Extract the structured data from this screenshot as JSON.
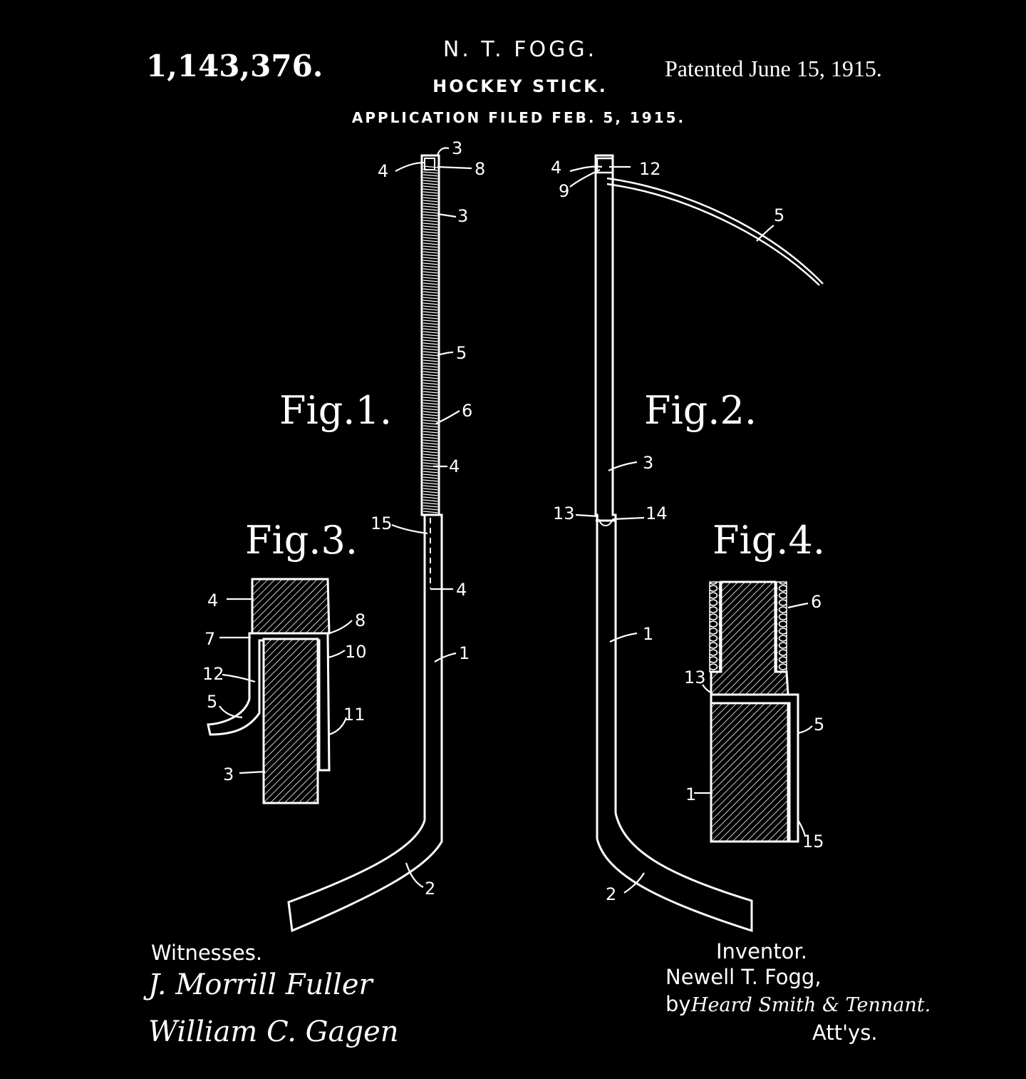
{
  "header": {
    "patent_number": "1,143,376.",
    "inventor": "N. T. FOGG.",
    "title": "HOCKEY STICK.",
    "filed": "APPLICATION FILED FEB. 5, 1915.",
    "patented": "Patented June 15, 1915."
  },
  "figures": {
    "fig1": {
      "caption": "Fig.1.",
      "labels": {
        "top3": "3",
        "top4": "4",
        "top8": "8",
        "a3": "3",
        "a5": "5",
        "a6": "6",
        "a4": "4",
        "a15": "15",
        "b4": "4",
        "b1": "1",
        "b2": "2"
      }
    },
    "fig2": {
      "caption": "Fig.2.",
      "labels": {
        "top4": "4",
        "top12": "12",
        "top9": "9",
        "a5": "5",
        "a3": "3",
        "a13": "13",
        "a14": "14",
        "b1": "1",
        "b2": "2"
      }
    },
    "fig3": {
      "caption": "Fig.3.",
      "labels": {
        "l4": "4",
        "l7": "7",
        "l12": "12",
        "l5": "5",
        "l3": "3",
        "r8": "8",
        "r10": "10",
        "r11": "11"
      }
    },
    "fig4": {
      "caption": "Fig.4.",
      "labels": {
        "r6": "6",
        "l13": "13",
        "r5": "5",
        "l1": "1",
        "r15": "15"
      }
    }
  },
  "footer": {
    "witnesses_heading": "Witnesses.",
    "witness_1": "J. Morrill Fuller",
    "witness_2": "William C. Gagen",
    "inventor_heading": "Inventor.",
    "inventor_name": "Newell T. Fogg,",
    "by_prefix": "by",
    "attorneys": "Heard Smith & Tennant.",
    "attys_suffix": "Att'ys."
  },
  "colors": {
    "background": "#000000",
    "ink": "#ffffff"
  }
}
